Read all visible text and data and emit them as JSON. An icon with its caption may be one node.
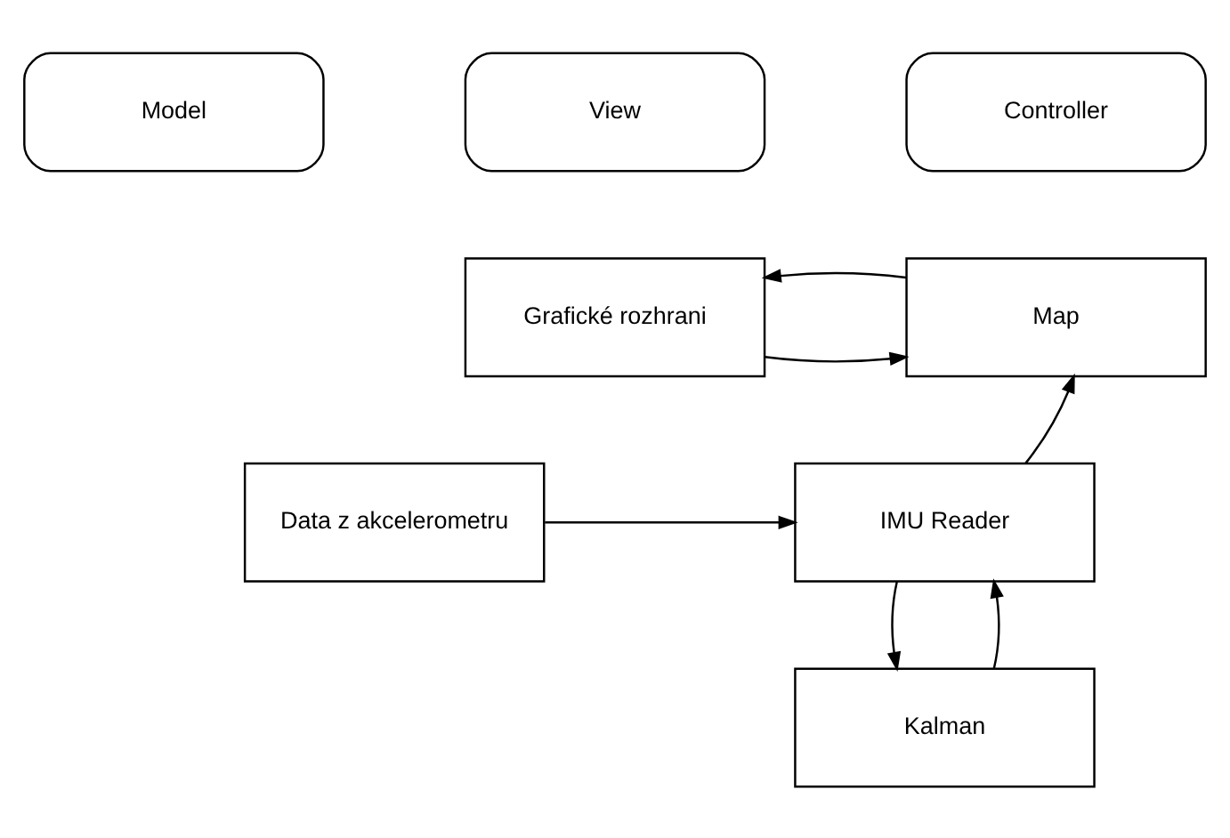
{
  "diagram": {
    "nodes": [
      {
        "text": [
          "Model"
        ]
      },
      {
        "text": [
          "View"
        ]
      },
      {
        "text": [
          "Controller"
        ]
      },
      {
        "text": [
          "Grafické rozhrani"
        ]
      },
      {
        "text": [
          "Map"
        ]
      },
      {
        "text": [
          "Data z akcelerometru"
        ]
      },
      {
        "text": [
          "IMU Reader"
        ]
      },
      {
        "text": [
          "Kalman"
        ]
      }
    ],
    "edges": [
      {
        "from": 3,
        "to": 4,
        "arrow": "to"
      },
      {
        "from": 4,
        "to": 3,
        "arrow": "to"
      },
      {
        "from": 5,
        "to": 6,
        "arrow": "to"
      },
      {
        "from": 6,
        "to": 4,
        "arrow": "to"
      },
      {
        "from": 7,
        "to": 6,
        "arrow": "to"
      },
      {
        "from": 6,
        "to": 7,
        "arrow": "to"
      }
    ]
  }
}
